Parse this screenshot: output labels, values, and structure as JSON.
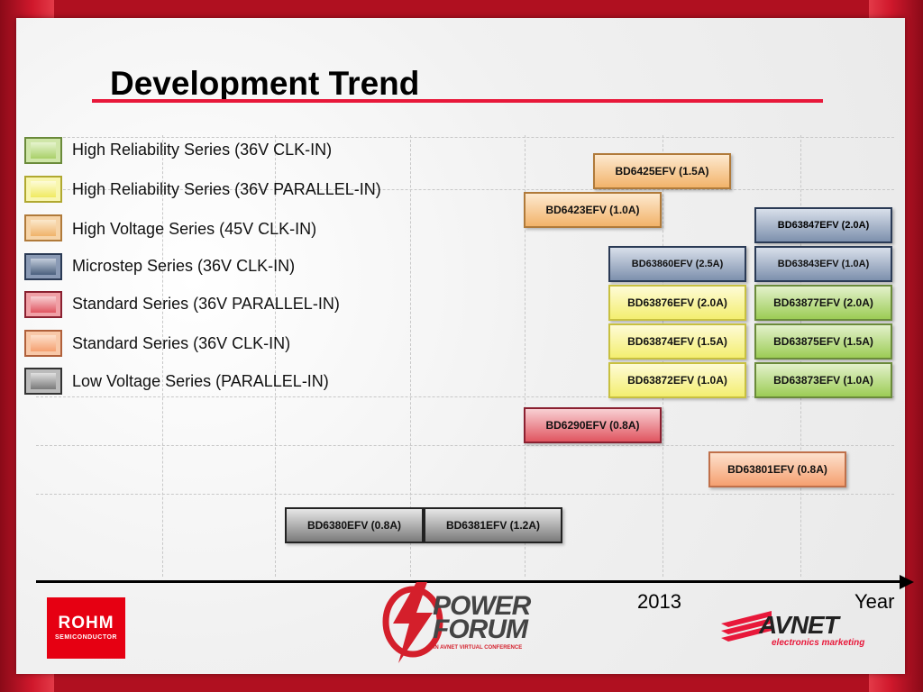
{
  "slide": {
    "title": "Development Trend",
    "axis": {
      "year_tick": "2013",
      "axis_label": "Year"
    }
  },
  "legend": [
    {
      "label": "High Reliability Series (36V CLK-IN)",
      "color": "#9ccc55"
    },
    {
      "label": "High Reliability Series (36V PARALLEL-IN)",
      "color": "#f4f06a"
    },
    {
      "label": "High Voltage Series (45V CLK-IN)",
      "color": "#f2b36a"
    },
    {
      "label": "Microstep Series (36V CLK-IN)",
      "color": "#4a607e"
    },
    {
      "label": "Standard Series (36V PARALLEL-IN)",
      "color": "#e05560"
    },
    {
      "label": "Standard Series (36V CLK-IN)",
      "color": "#f5a070"
    },
    {
      "label": "Low Voltage Series (PARALLEL-IN)",
      "color": "#7a7a7a"
    }
  ],
  "parts": [
    {
      "label": "BD6425EFV (1.5A)",
      "series": "High Voltage Series (45V CLK-IN)"
    },
    {
      "label": "BD6423EFV (1.0A)",
      "series": "High Voltage Series (45V CLK-IN)"
    },
    {
      "label": "BD63847EFV (2.0A)",
      "series": "Microstep Series (36V CLK-IN)"
    },
    {
      "label": "BD63860EFV (2.5A)",
      "series": "Microstep Series (36V CLK-IN)"
    },
    {
      "label": "BD63843EFV (1.0A)",
      "series": "Microstep Series (36V CLK-IN)"
    },
    {
      "label": "BD63876EFV (2.0A)",
      "series": "High Reliability Series (36V PARALLEL-IN)"
    },
    {
      "label": "BD63877EFV (2.0A)",
      "series": "High Reliability Series (36V CLK-IN)"
    },
    {
      "label": "BD63874EFV (1.5A)",
      "series": "High Reliability Series (36V PARALLEL-IN)"
    },
    {
      "label": "BD63875EFV (1.5A)",
      "series": "High Reliability Series (36V CLK-IN)"
    },
    {
      "label": "BD63872EFV (1.0A)",
      "series": "High Reliability Series (36V PARALLEL-IN)"
    },
    {
      "label": "BD63873EFV (1.0A)",
      "series": "High Reliability Series (36V CLK-IN)"
    },
    {
      "label": "BD6290EFV (0.8A)",
      "series": "Standard Series (36V PARALLEL-IN)"
    },
    {
      "label": "BD63801EFV (0.8A)",
      "series": "Standard Series (36V CLK-IN)"
    },
    {
      "label": "BD6380EFV (0.8A)",
      "series": "Low Voltage Series (PARALLEL-IN)"
    },
    {
      "label": "BD6381EFV (1.2A)",
      "series": "Low Voltage Series (PARALLEL-IN)"
    }
  ],
  "logos": {
    "rohm": {
      "brand": "ROHM",
      "sub": "SEMICONDUCTOR"
    },
    "power_forum": {
      "line1": "POWER",
      "line2": "FORUM",
      "tagline": "AN AVNET VIRTUAL CONFERENCE"
    },
    "avnet": {
      "brand": "AVNET",
      "sub": "electronics marketing"
    }
  }
}
